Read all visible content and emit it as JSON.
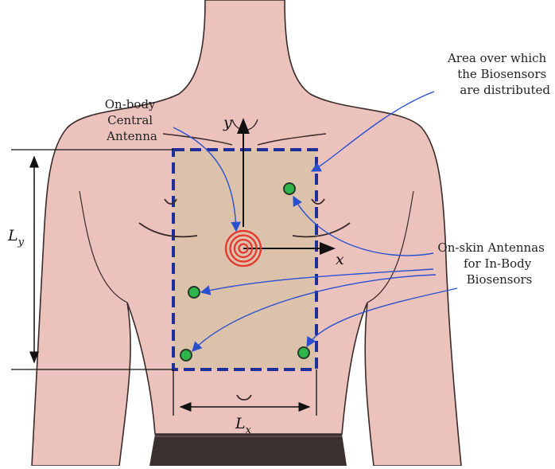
{
  "labels": {
    "central_antenna": [
      "On-body",
      "Central",
      "Antenna"
    ],
    "area": [
      "Area over which",
      "the Biosensors",
      "are distributed"
    ],
    "onskin": [
      "On-skin Antennas",
      "for In-Body",
      "Biosensors"
    ]
  },
  "axes": {
    "x": "x",
    "y": "y"
  },
  "dimensions": {
    "ly": {
      "main": "L",
      "sub": "y"
    },
    "lx": {
      "main": "L",
      "sub": "x"
    }
  },
  "colors": {
    "skin": "#ecc3bc",
    "skin_outline": "#3a2a2a",
    "area_fill": "#dcc2aa",
    "dashed_border": "#1f2f9a",
    "arrow": "#2a4fd0",
    "sensor": "#2fb54a",
    "central_antenna": "#e8342a",
    "pants": "#3a3030"
  }
}
